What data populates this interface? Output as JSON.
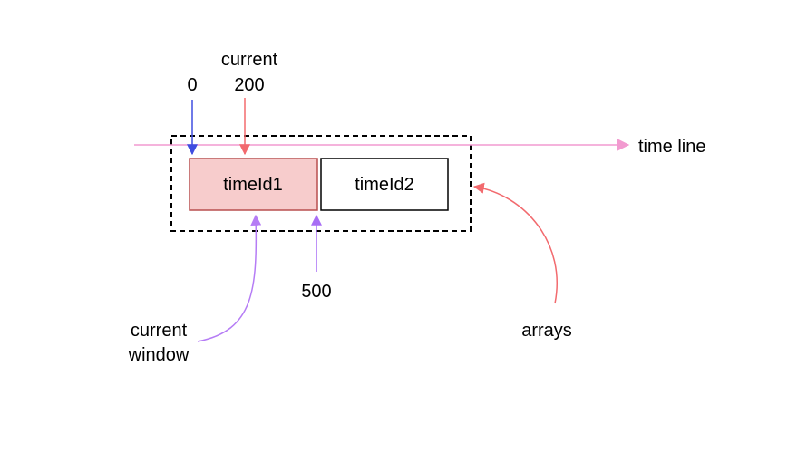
{
  "labels": {
    "zero": "0",
    "current_line1": "current",
    "current_line2": "200",
    "time_line": "time line",
    "box1": "timeId1",
    "box2": "timeId2",
    "five_hundred": "500",
    "current_window_line1": "current",
    "current_window_line2": "window",
    "arrays": "arrays"
  },
  "colors": {
    "time_line": "#f29ad0",
    "blue_arrow": "#3f4de0",
    "red_arrow": "#f26a6e",
    "purple_arrow": "#a86ef5",
    "purple_curve": "#b57cf5",
    "box1_fill": "#f7cccc",
    "box1_stroke": "#b84e4e",
    "box2_stroke": "#000000",
    "dashed_border": "#000000"
  }
}
